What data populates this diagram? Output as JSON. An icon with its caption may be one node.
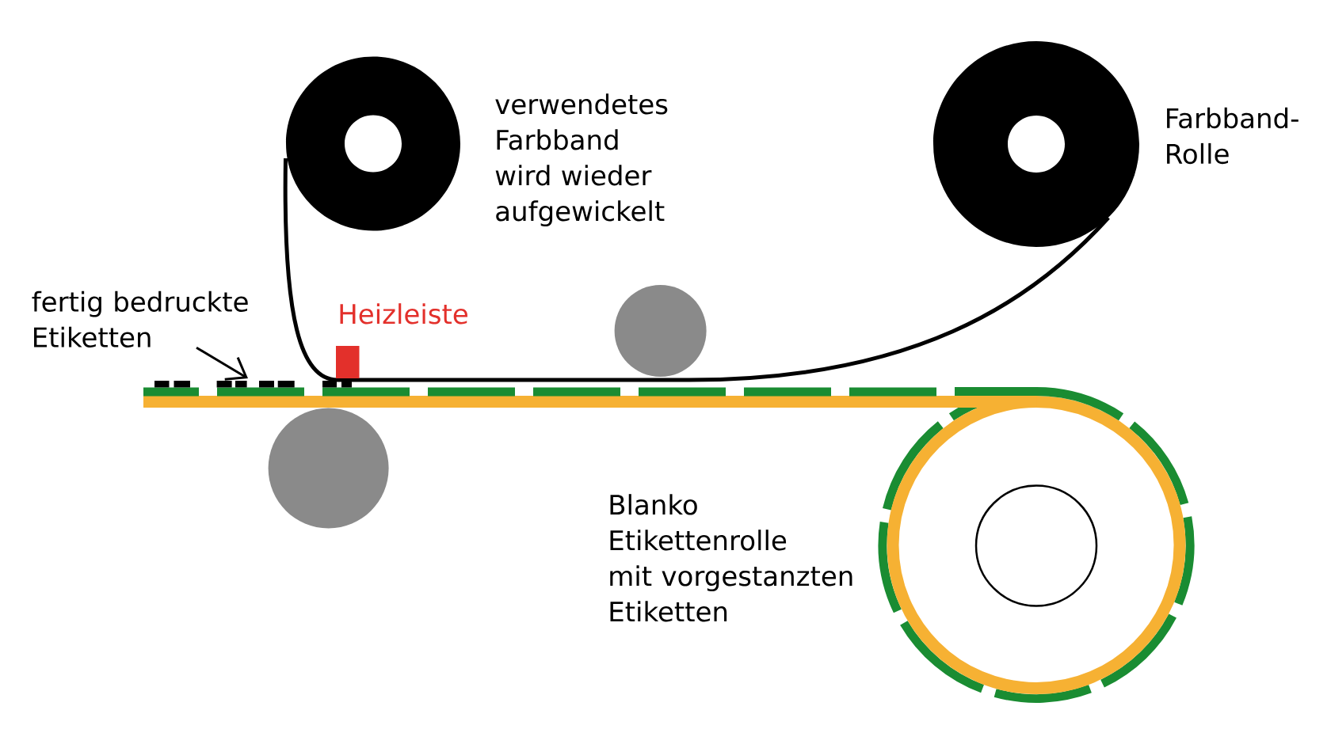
{
  "diagram": {
    "nodes": [
      {
        "text": [
          "fertig bedruckte Etiketten"
        ]
      },
      {
        "text": [],
        "shape": "bar"
      },
      {
        "text": [],
        "shape": "circle"
      },
      {
        "text": [],
        "shape": "circle"
      }
    ],
    "edges": [
      {
        "from": 0,
        "to": 1,
        "arrow": "to"
      }
    ],
    "labels": [
      "verwendetes Farbband wird wieder aufgewickelt",
      "Farbband-Rolle",
      "Heizleiste",
      "Blanko Etikettenrolle mit vorgestanzten Etiketten"
    ]
  }
}
